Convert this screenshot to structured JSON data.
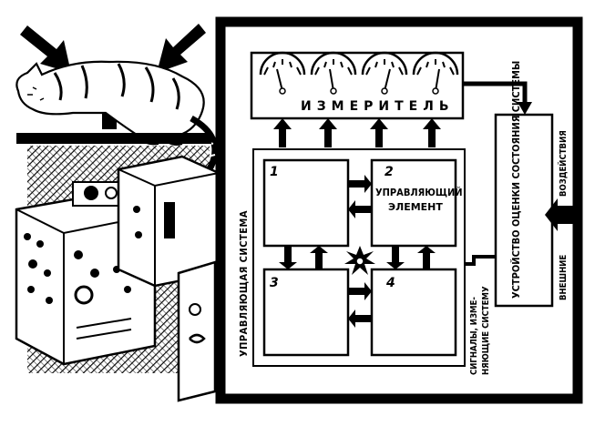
{
  "meter_panel": {
    "label": "ИЗМЕРИТЕЛЬ",
    "gauge_count": 4
  },
  "blocks": [
    {
      "number": "1",
      "caption": ""
    },
    {
      "number": "2",
      "caption_line1": "УПРАВЛЯЮЩИЙ",
      "caption_line2": "ЭЛЕМЕНТ"
    },
    {
      "number": "3",
      "caption": ""
    },
    {
      "number": "4",
      "caption": ""
    }
  ],
  "side_labels": {
    "controlled_system": "УПРАВЛЯЮЩАЯ СИСТЕМА",
    "state_evaluator": "УСТРОЙСТВО ОЦЕНКИ СОСТОЯНИЯ СИСТЕМЫ",
    "external_line1": "ВНЕШНИЕ",
    "external_line2": "ВОЗДЕЙСТВИЯ",
    "signals_line1": "СИГНАЛЫ, ИЗМЕ-",
    "signals_line2": "НЯЮЩИЕ СИСТЕМУ"
  },
  "colors": {
    "ink": "#000000",
    "paper": "#ffffff",
    "shade": "#3a3a3a"
  }
}
